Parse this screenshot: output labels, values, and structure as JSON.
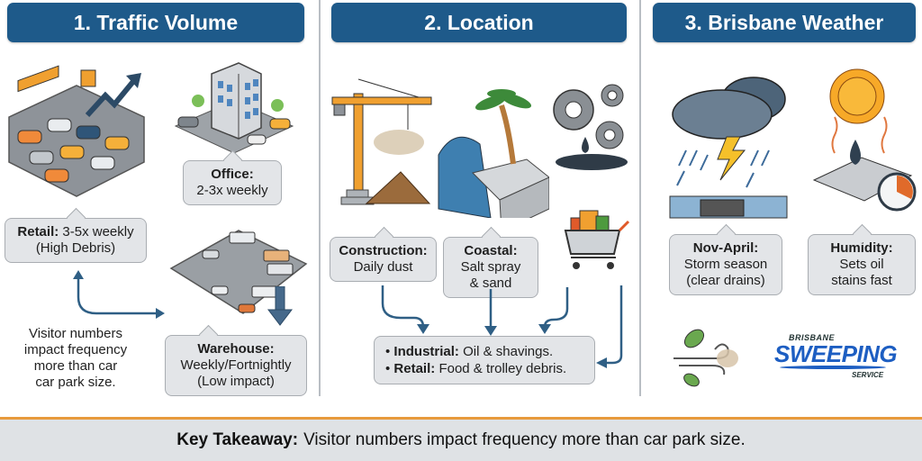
{
  "sections": [
    {
      "title": "1. Traffic Volume"
    },
    {
      "title": "2. Location"
    },
    {
      "title": "3. Brisbane Weather"
    }
  ],
  "traffic": {
    "retail": {
      "label": "Retail:",
      "line1": "3-5x weekly",
      "line2": "(High Debris)"
    },
    "office": {
      "label": "Office:",
      "line1": "2-3x weekly"
    },
    "warehouse": {
      "label": "Warehouse:",
      "line1": "Weekly/Fortnightly",
      "line2": "(Low impact)"
    },
    "note": [
      "Visitor numbers",
      "impact frequency",
      "more than car",
      "car park size."
    ]
  },
  "location": {
    "construction": {
      "label": "Construction:",
      "line1": "Daily dust"
    },
    "coastal": {
      "label": "Coastal:",
      "line1": "Salt spray",
      "line2": "& sand"
    },
    "summary": [
      {
        "label": "Industrial:",
        "text": "Oil & shavings."
      },
      {
        "label": "Retail:",
        "text": "Food & trolley debris."
      }
    ]
  },
  "weather": {
    "storm": {
      "label": "Nov-April:",
      "line1": "Storm season",
      "line2": "(clear drains)"
    },
    "humidity": {
      "label": "Humidity:",
      "line1": "Sets oil",
      "line2": "stains fast"
    }
  },
  "logo": {
    "top": "BRISBANE",
    "main": "SWEEPING",
    "bottom": "SERVICE"
  },
  "footer": {
    "label": "Key Takeaway:",
    "text": "Visitor numbers impact frequency more than car park size."
  },
  "colors": {
    "header": "#1e5a8a",
    "accent": "#e79a3c",
    "arrow": "#2f5f85",
    "bubble": "#e3e5e8"
  }
}
